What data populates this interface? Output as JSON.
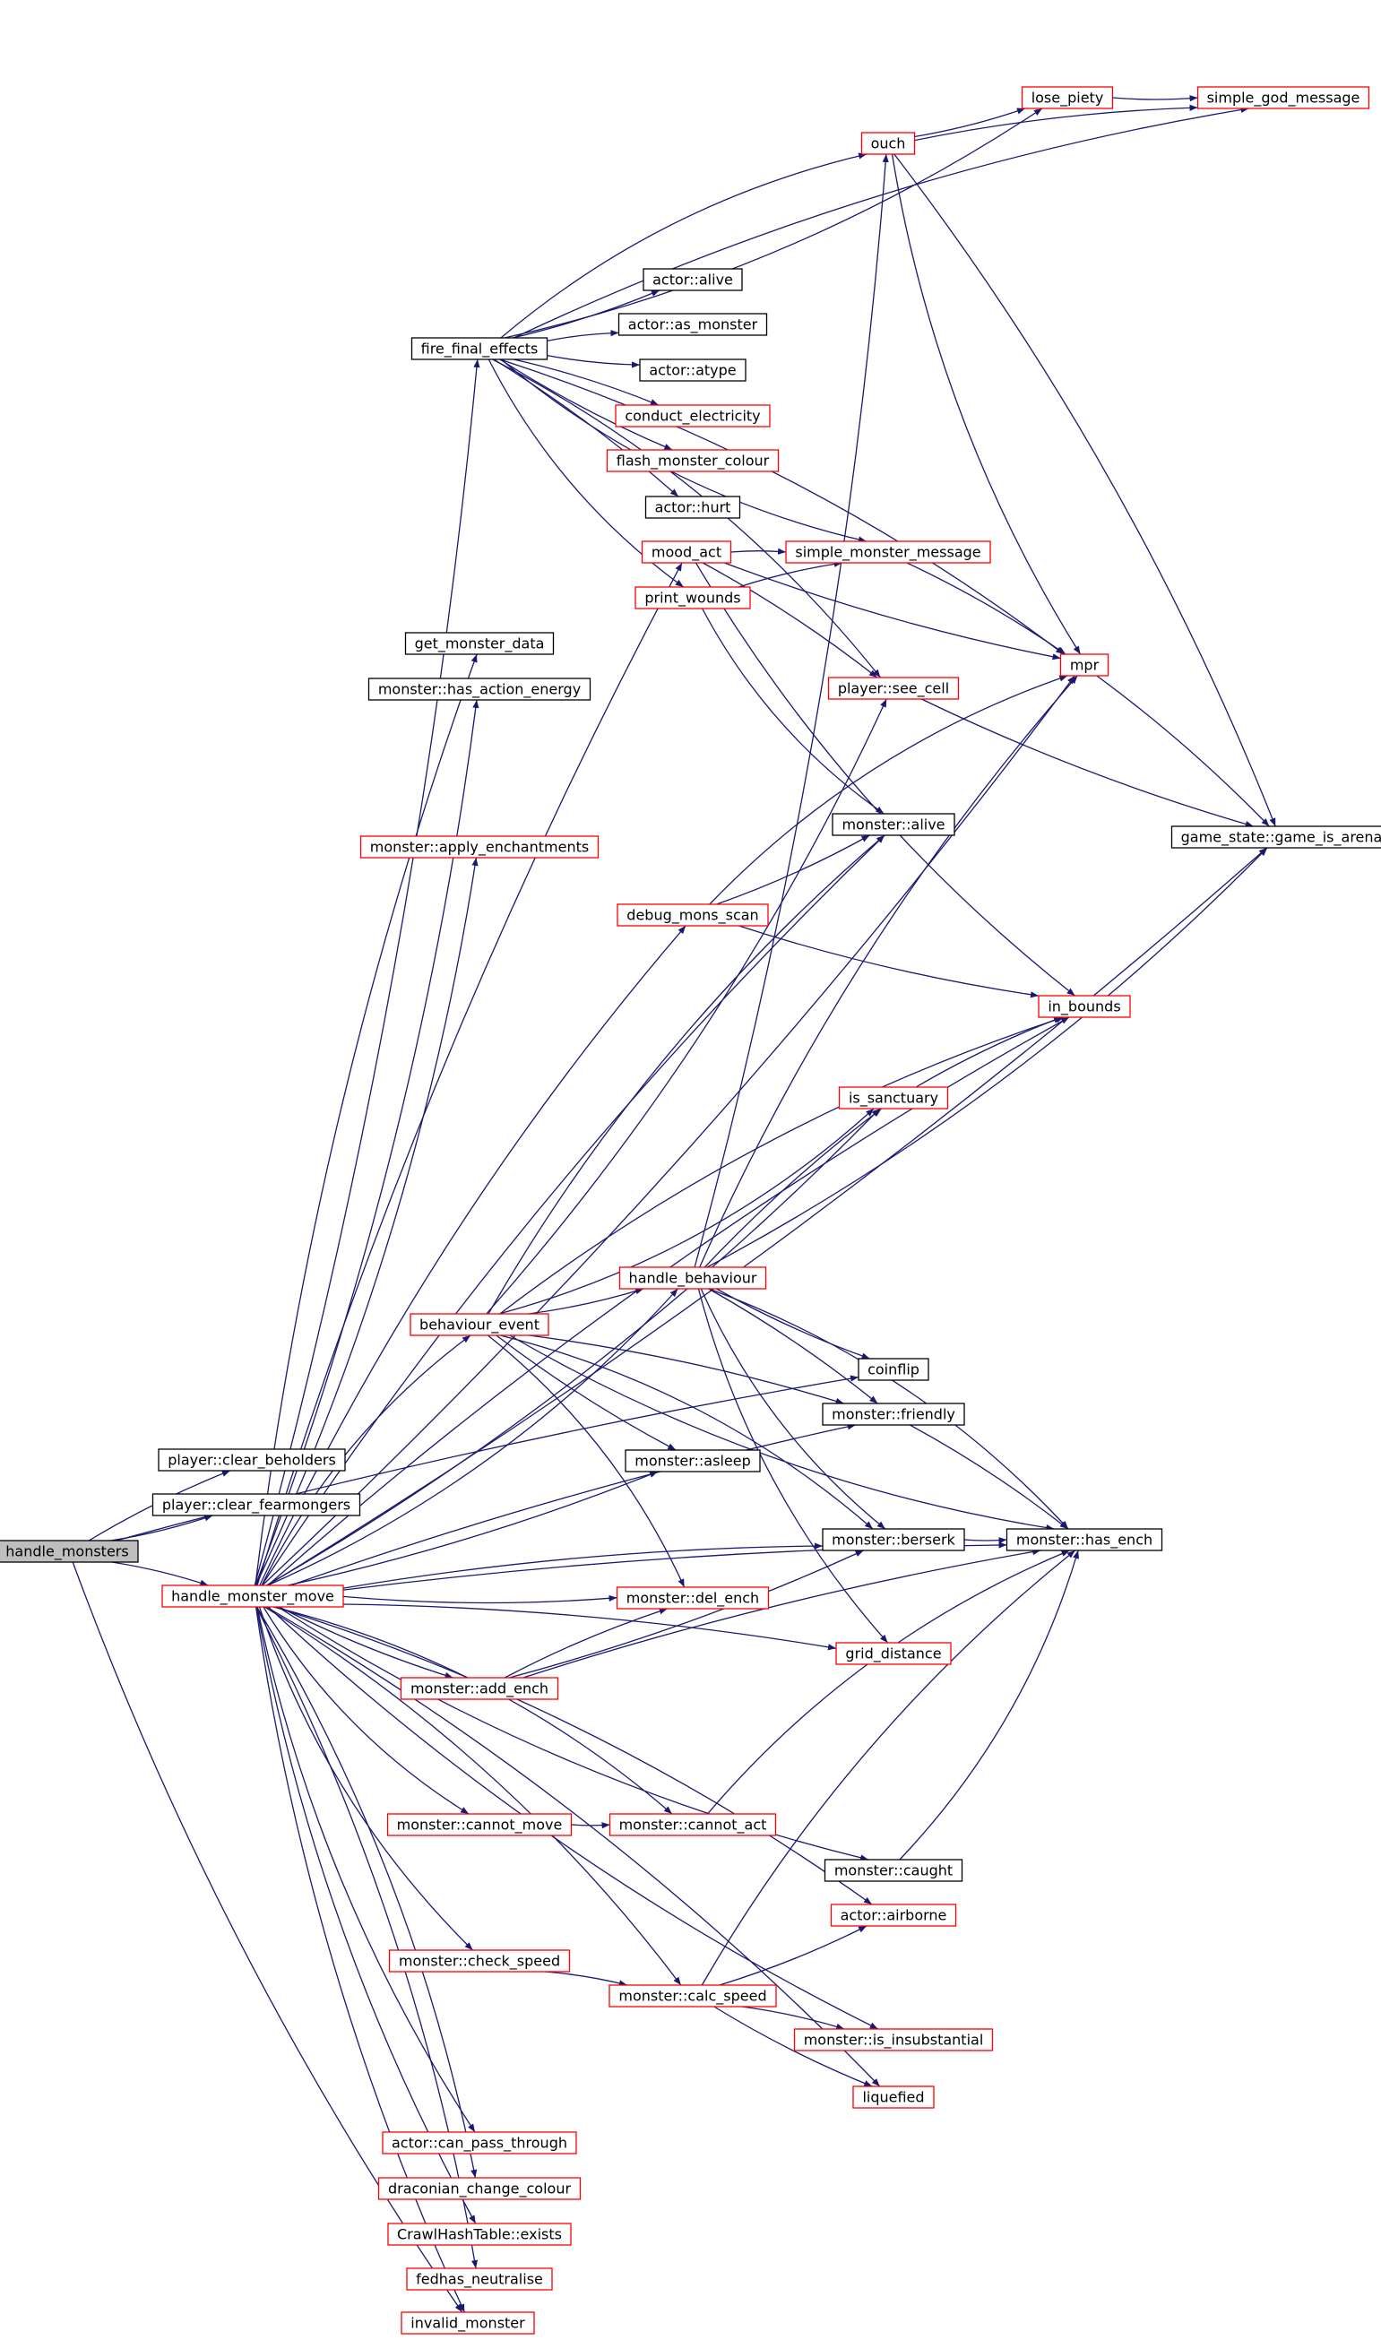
{
  "colors": {
    "edge": "#191970",
    "node_fill": "#ffffff",
    "root_fill": "#bfbfbf",
    "border_black": "#000000",
    "border_red": "#ff0000"
  },
  "nodes": [
    {
      "id": "handle_monsters",
      "label": "handle_monsters",
      "style": "root"
    },
    {
      "id": "clear_beholders",
      "label": "player::clear_beholders",
      "style": "black"
    },
    {
      "id": "clear_fearmongers",
      "label": "player::clear_fearmongers",
      "style": "black"
    },
    {
      "id": "handle_monster_move",
      "label": "handle_monster_move",
      "style": "red"
    },
    {
      "id": "invalid_monster",
      "label": "invalid_monster",
      "style": "red"
    },
    {
      "id": "fire_final_effects",
      "label": "fire_final_effects",
      "style": "black"
    },
    {
      "id": "get_monster_data",
      "label": "get_monster_data",
      "style": "black"
    },
    {
      "id": "has_action_energy",
      "label": "monster::has_action_energy",
      "style": "black"
    },
    {
      "id": "apply_enchantments",
      "label": "monster::apply_enchantments",
      "style": "red"
    },
    {
      "id": "behaviour_event",
      "label": "behaviour_event",
      "style": "red"
    },
    {
      "id": "handle_behaviour",
      "label": "handle_behaviour",
      "style": "red"
    },
    {
      "id": "debug_mons_scan",
      "label": "debug_mons_scan",
      "style": "red"
    },
    {
      "id": "mons_alive",
      "label": "monster::alive",
      "style": "black"
    },
    {
      "id": "actor_alive",
      "label": "actor::alive",
      "style": "black"
    },
    {
      "id": "as_monster",
      "label": "actor::as_monster",
      "style": "black"
    },
    {
      "id": "atype",
      "label": "actor::atype",
      "style": "black"
    },
    {
      "id": "conduct_electricity",
      "label": "conduct_electricity",
      "style": "red"
    },
    {
      "id": "flash_monster_colour",
      "label": "flash_monster_colour",
      "style": "red"
    },
    {
      "id": "actor_hurt",
      "label": "actor::hurt",
      "style": "black"
    },
    {
      "id": "mood_act",
      "label": "mood_act",
      "style": "red"
    },
    {
      "id": "print_wounds",
      "label": "print_wounds",
      "style": "red"
    },
    {
      "id": "simple_monster_message",
      "label": "simple_monster_message",
      "style": "red"
    },
    {
      "id": "ouch",
      "label": "ouch",
      "style": "red"
    },
    {
      "id": "lose_piety",
      "label": "lose_piety",
      "style": "red"
    },
    {
      "id": "simple_god_message",
      "label": "simple_god_message",
      "style": "red"
    },
    {
      "id": "mpr",
      "label": "mpr",
      "style": "red"
    },
    {
      "id": "see_cell",
      "label": "player::see_cell",
      "style": "red"
    },
    {
      "id": "game_is_arena",
      "label": "game_state::game_is_arena",
      "style": "black"
    },
    {
      "id": "in_bounds",
      "label": "in_bounds",
      "style": "red"
    },
    {
      "id": "is_sanctuary",
      "label": "is_sanctuary",
      "style": "red"
    },
    {
      "id": "coinflip",
      "label": "coinflip",
      "style": "black"
    },
    {
      "id": "friendly",
      "label": "monster::friendly",
      "style": "black"
    },
    {
      "id": "asleep",
      "label": "monster::asleep",
      "style": "black"
    },
    {
      "id": "berserk",
      "label": "monster::berserk",
      "style": "black"
    },
    {
      "id": "has_ench",
      "label": "monster::has_ench",
      "style": "black"
    },
    {
      "id": "del_ench",
      "label": "monster::del_ench",
      "style": "red"
    },
    {
      "id": "grid_distance",
      "label": "grid_distance",
      "style": "red"
    },
    {
      "id": "add_ench",
      "label": "monster::add_ench",
      "style": "red"
    },
    {
      "id": "cannot_move",
      "label": "monster::cannot_move",
      "style": "red"
    },
    {
      "id": "cannot_act",
      "label": "monster::cannot_act",
      "style": "red"
    },
    {
      "id": "caught",
      "label": "monster::caught",
      "style": "black"
    },
    {
      "id": "airborne",
      "label": "actor::airborne",
      "style": "red"
    },
    {
      "id": "check_speed",
      "label": "monster::check_speed",
      "style": "red"
    },
    {
      "id": "calc_speed",
      "label": "monster::calc_speed",
      "style": "red"
    },
    {
      "id": "is_insubstantial",
      "label": "monster::is_insubstantial",
      "style": "red"
    },
    {
      "id": "liquefied",
      "label": "liquefied",
      "style": "red"
    },
    {
      "id": "can_pass_through",
      "label": "actor::can_pass_through",
      "style": "red"
    },
    {
      "id": "draconian_change_colour",
      "label": "draconian_change_colour",
      "style": "red"
    },
    {
      "id": "hash_exists",
      "label": "CrawlHashTable::exists",
      "style": "red"
    },
    {
      "id": "fedhas_neutralise",
      "label": "fedhas_neutralise",
      "style": "red"
    }
  ],
  "edges": [
    [
      "handle_monsters",
      "clear_beholders"
    ],
    [
      "handle_monsters",
      "clear_fearmongers"
    ],
    [
      "handle_monsters",
      "handle_monster_move"
    ],
    [
      "handle_monsters",
      "invalid_monster"
    ],
    [
      "handle_monsters",
      "coinflip"
    ],
    [
      "handle_monster_move",
      "fire_final_effects"
    ],
    [
      "handle_monster_move",
      "get_monster_data"
    ],
    [
      "handle_monster_move",
      "has_action_energy"
    ],
    [
      "handle_monster_move",
      "mood_act"
    ],
    [
      "handle_monster_move",
      "mpr"
    ],
    [
      "handle_monster_move",
      "mons_alive"
    ],
    [
      "handle_monster_move",
      "apply_enchantments"
    ],
    [
      "handle_monster_move",
      "debug_mons_scan"
    ],
    [
      "handle_monster_move",
      "game_is_arena"
    ],
    [
      "handle_monster_move",
      "in_bounds"
    ],
    [
      "handle_monster_move",
      "is_sanctuary"
    ],
    [
      "handle_monster_move",
      "has_ench"
    ],
    [
      "handle_monster_move",
      "handle_behaviour"
    ],
    [
      "handle_monster_move",
      "behaviour_event"
    ],
    [
      "handle_monster_move",
      "asleep"
    ],
    [
      "handle_monster_move",
      "friendly"
    ],
    [
      "handle_monster_move",
      "del_ench"
    ],
    [
      "handle_monster_move",
      "berserk"
    ],
    [
      "handle_monster_move",
      "add_ench"
    ],
    [
      "handle_monster_move",
      "grid_distance"
    ],
    [
      "handle_monster_move",
      "cannot_move"
    ],
    [
      "handle_monster_move",
      "cannot_act"
    ],
    [
      "handle_monster_move",
      "caught"
    ],
    [
      "handle_monster_move",
      "airborne"
    ],
    [
      "handle_monster_move",
      "check_speed"
    ],
    [
      "handle_monster_move",
      "calc_speed"
    ],
    [
      "handle_monster_move",
      "is_insubstantial"
    ],
    [
      "handle_monster_move",
      "liquefied"
    ],
    [
      "handle_monster_move",
      "can_pass_through"
    ],
    [
      "handle_monster_move",
      "draconian_change_colour"
    ],
    [
      "handle_monster_move",
      "hash_exists"
    ],
    [
      "handle_monster_move",
      "fedhas_neutralise"
    ],
    [
      "handle_monster_move",
      "invalid_monster"
    ],
    [
      "fire_final_effects",
      "ouch"
    ],
    [
      "fire_final_effects",
      "lose_piety"
    ],
    [
      "fire_final_effects",
      "simple_god_message"
    ],
    [
      "fire_final_effects",
      "actor_alive"
    ],
    [
      "fire_final_effects",
      "as_monster"
    ],
    [
      "fire_final_effects",
      "atype"
    ],
    [
      "fire_final_effects",
      "conduct_electricity"
    ],
    [
      "fire_final_effects",
      "flash_monster_colour"
    ],
    [
      "fire_final_effects",
      "actor_hurt"
    ],
    [
      "fire_final_effects",
      "print_wounds"
    ],
    [
      "fire_final_effects",
      "see_cell"
    ],
    [
      "fire_final_effects",
      "simple_monster_message"
    ],
    [
      "fire_final_effects",
      "mpr"
    ],
    [
      "ouch",
      "lose_piety"
    ],
    [
      "ouch",
      "simple_god_message"
    ],
    [
      "ouch",
      "mpr"
    ],
    [
      "ouch",
      "game_is_arena"
    ],
    [
      "lose_piety",
      "simple_god_message"
    ],
    [
      "mood_act",
      "simple_monster_message"
    ],
    [
      "mood_act",
      "mpr"
    ],
    [
      "mood_act",
      "see_cell"
    ],
    [
      "mood_act",
      "in_bounds"
    ],
    [
      "print_wounds",
      "simple_monster_message"
    ],
    [
      "print_wounds",
      "mons_alive"
    ],
    [
      "simple_monster_message",
      "mpr"
    ],
    [
      "see_cell",
      "game_is_arena"
    ],
    [
      "mpr",
      "game_is_arena"
    ],
    [
      "debug_mons_scan",
      "mons_alive"
    ],
    [
      "debug_mons_scan",
      "mpr"
    ],
    [
      "debug_mons_scan",
      "in_bounds"
    ],
    [
      "is_sanctuary",
      "in_bounds"
    ],
    [
      "behaviour_event",
      "see_cell"
    ],
    [
      "behaviour_event",
      "mons_alive"
    ],
    [
      "behaviour_event",
      "is_sanctuary"
    ],
    [
      "behaviour_event",
      "in_bounds"
    ],
    [
      "behaviour_event",
      "handle_behaviour"
    ],
    [
      "behaviour_event",
      "friendly"
    ],
    [
      "behaviour_event",
      "asleep"
    ],
    [
      "behaviour_event",
      "berserk"
    ],
    [
      "behaviour_event",
      "has_ench"
    ],
    [
      "behaviour_event",
      "del_ench"
    ],
    [
      "handle_behaviour",
      "ouch"
    ],
    [
      "handle_behaviour",
      "mpr"
    ],
    [
      "handle_behaviour",
      "game_is_arena"
    ],
    [
      "handle_behaviour",
      "is_sanctuary"
    ],
    [
      "handle_behaviour",
      "coinflip"
    ],
    [
      "handle_behaviour",
      "friendly"
    ],
    [
      "handle_behaviour",
      "berserk"
    ],
    [
      "handle_behaviour",
      "has_ench"
    ],
    [
      "handle_behaviour",
      "grid_distance"
    ],
    [
      "friendly",
      "has_ench"
    ],
    [
      "berserk",
      "has_ench"
    ],
    [
      "add_ench",
      "del_ench"
    ],
    [
      "add_ench",
      "berserk"
    ],
    [
      "add_ench",
      "has_ench"
    ],
    [
      "cannot_move",
      "cannot_act"
    ],
    [
      "cannot_act",
      "has_ench"
    ],
    [
      "caught",
      "has_ench"
    ],
    [
      "check_speed",
      "calc_speed"
    ],
    [
      "calc_speed",
      "airborne"
    ],
    [
      "calc_speed",
      "is_insubstantial"
    ],
    [
      "calc_speed",
      "liquefied"
    ],
    [
      "calc_speed",
      "has_ench"
    ]
  ]
}
